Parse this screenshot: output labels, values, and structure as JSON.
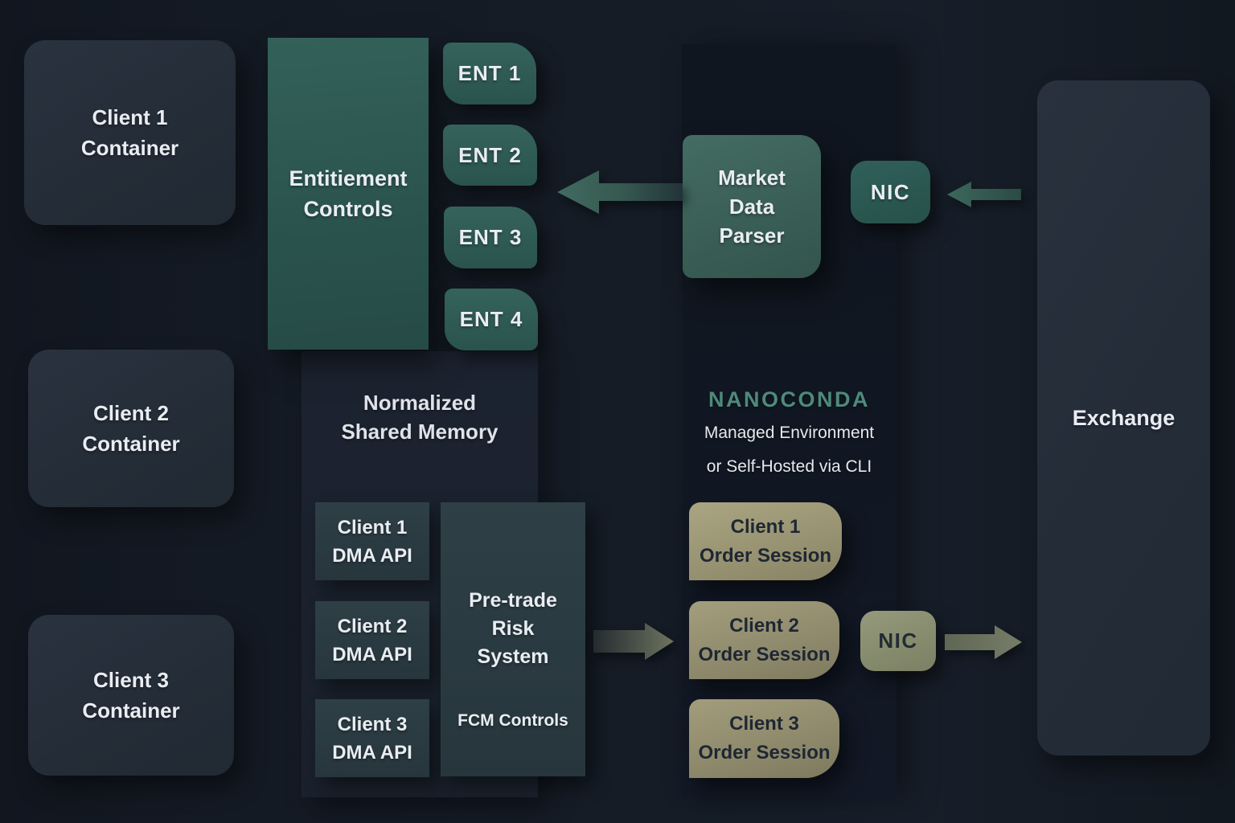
{
  "diagram": {
    "background_color": "#141a24",
    "accent_teal": "#2e5c55",
    "accent_khaki": "#a09b7c",
    "nanoconda_title_color": "#4e8a7a",
    "clients": [
      {
        "lines": [
          "Client 1",
          "Container"
        ]
      },
      {
        "lines": [
          "Client 2",
          "Container"
        ]
      },
      {
        "lines": [
          "Client 3",
          "Container"
        ]
      }
    ],
    "entitlement": {
      "lines": [
        "Entitiement",
        "Controls"
      ]
    },
    "ent_boxes": [
      "ENT 1",
      "ENT 2",
      "ENT 3",
      "ENT 4"
    ],
    "shared_memory": {
      "title_lines": [
        "Normalized",
        "Shared Memory"
      ],
      "dma_apis": [
        {
          "lines": [
            "Client 1",
            "DMA API"
          ]
        },
        {
          "lines": [
            "Client 2",
            "DMA API"
          ]
        },
        {
          "lines": [
            "Client 3",
            "DMA API"
          ]
        }
      ],
      "pretrade": {
        "title_lines": [
          "Pre-trade",
          "Risk",
          "System"
        ],
        "footer": "FCM Controls"
      }
    },
    "nanoconda": {
      "title": "NANOCONDA",
      "subtitle_line1": "Managed Environment",
      "subtitle_line2": "or Self-Hosted via CLI",
      "market_data_parser": {
        "lines": [
          "Market",
          "Data",
          "Parser"
        ]
      },
      "nic_top": "NIC",
      "order_sessions": [
        {
          "lines": [
            "Client 1",
            "Order Session"
          ]
        },
        {
          "lines": [
            "Client 2",
            "Order Session"
          ]
        },
        {
          "lines": [
            "Client 3",
            "Order Session"
          ]
        }
      ],
      "nic_bottom": "NIC"
    },
    "exchange": {
      "label": "Exchange"
    }
  }
}
